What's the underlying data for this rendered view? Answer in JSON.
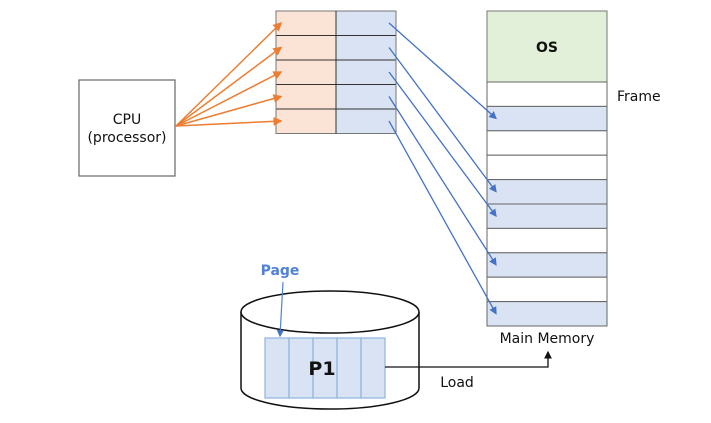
{
  "cpu": {
    "line1": "CPU",
    "line2": "(processor)"
  },
  "page_table": {
    "rows": 5
  },
  "memory": {
    "os_label": "OS",
    "frame_label": "Frame",
    "caption": "Main Memory",
    "frames": [
      "free",
      "used",
      "free",
      "free",
      "used",
      "used",
      "free",
      "used",
      "free",
      "used"
    ]
  },
  "mappings": [
    1,
    4,
    5,
    7,
    9
  ],
  "disk": {
    "page_label": "Page",
    "process_label": "P1",
    "page_count": 5
  },
  "load_label": "Load",
  "colors": {
    "logical": "#fbe3d6",
    "physical": "#dae3f3",
    "os": "#e2efd9",
    "orange_arrow": "#ed7d31",
    "blue_arrow": "#4472c4",
    "page_label": "#4f81d6"
  }
}
